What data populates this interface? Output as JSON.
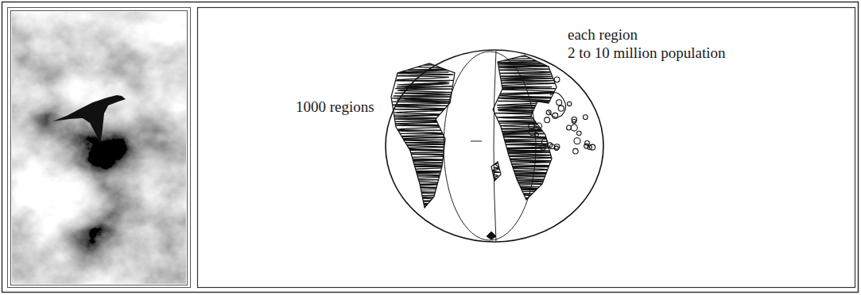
{
  "diagram": {
    "labels": [
      "each region",
      "2 to 10 million population",
      "1000 regions"
    ]
  }
}
